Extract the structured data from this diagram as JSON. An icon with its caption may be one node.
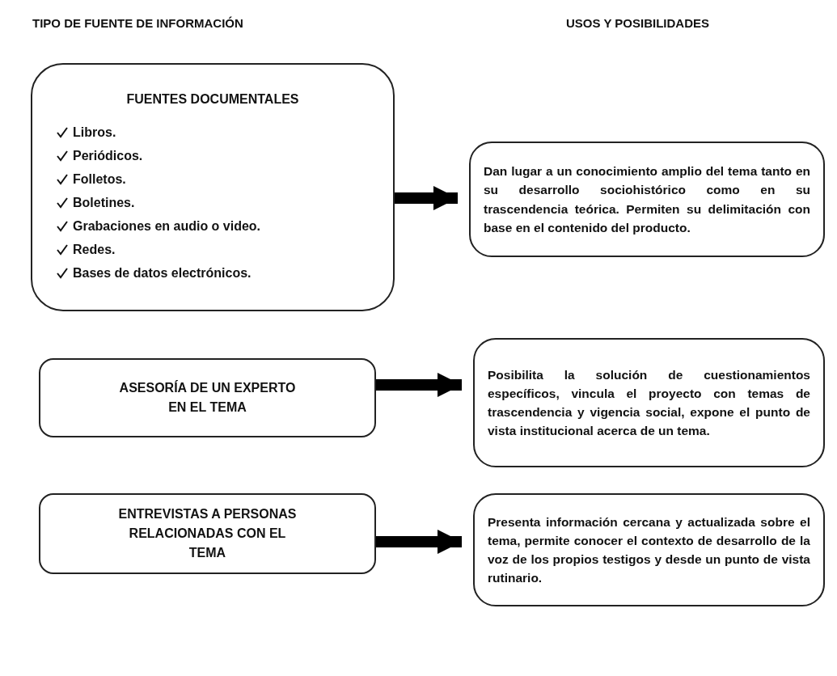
{
  "diagram": {
    "nodes": [
      {
        "text": [
          "FUENTES DOCUMENTALES",
          "Libros.",
          "Periódicos.",
          "Folletos.",
          "Boletines.",
          "Grabaciones en audio o video.",
          "Redes.",
          "Bases de datos electrónicos."
        ]
      },
      {
        "text": [
          "ASESORÍA DE UN EXPERTO EN EL TEMA"
        ]
      },
      {
        "text": [
          "ENTREVISTAS A PERSONAS RELACIONADAS CON EL TEMA"
        ]
      },
      {
        "text": [
          "Dan lugar a un conocimiento amplio del tema tanto en su desarrollo sociohistórico como en su trascendencia teórica. Permiten su delimitación con base en el contenido del producto."
        ]
      },
      {
        "text": [
          "Posibilita la solución de cuestionamientos específicos, vincula el proyecto con temas de trascendencia y vigencia social, expone el punto de vista institucional acerca de un tema."
        ]
      },
      {
        "text": [
          "Presenta información cercana y actualizada sobre el tema, permite conocer el contexto de desarrollo de la voz de los propios testigos y desde un punto de vista rutinario."
        ]
      }
    ],
    "edges": [
      {
        "from": 0,
        "to": 3,
        "arrow": "to"
      },
      {
        "from": 1,
        "to": 4,
        "arrow": "to"
      },
      {
        "from": 2,
        "to": 5,
        "arrow": "to"
      }
    ],
    "labels": [
      "TIPO DE FUENTE DE INFORMACIÓN",
      "USOS Y POSIBILIDADES"
    ]
  }
}
